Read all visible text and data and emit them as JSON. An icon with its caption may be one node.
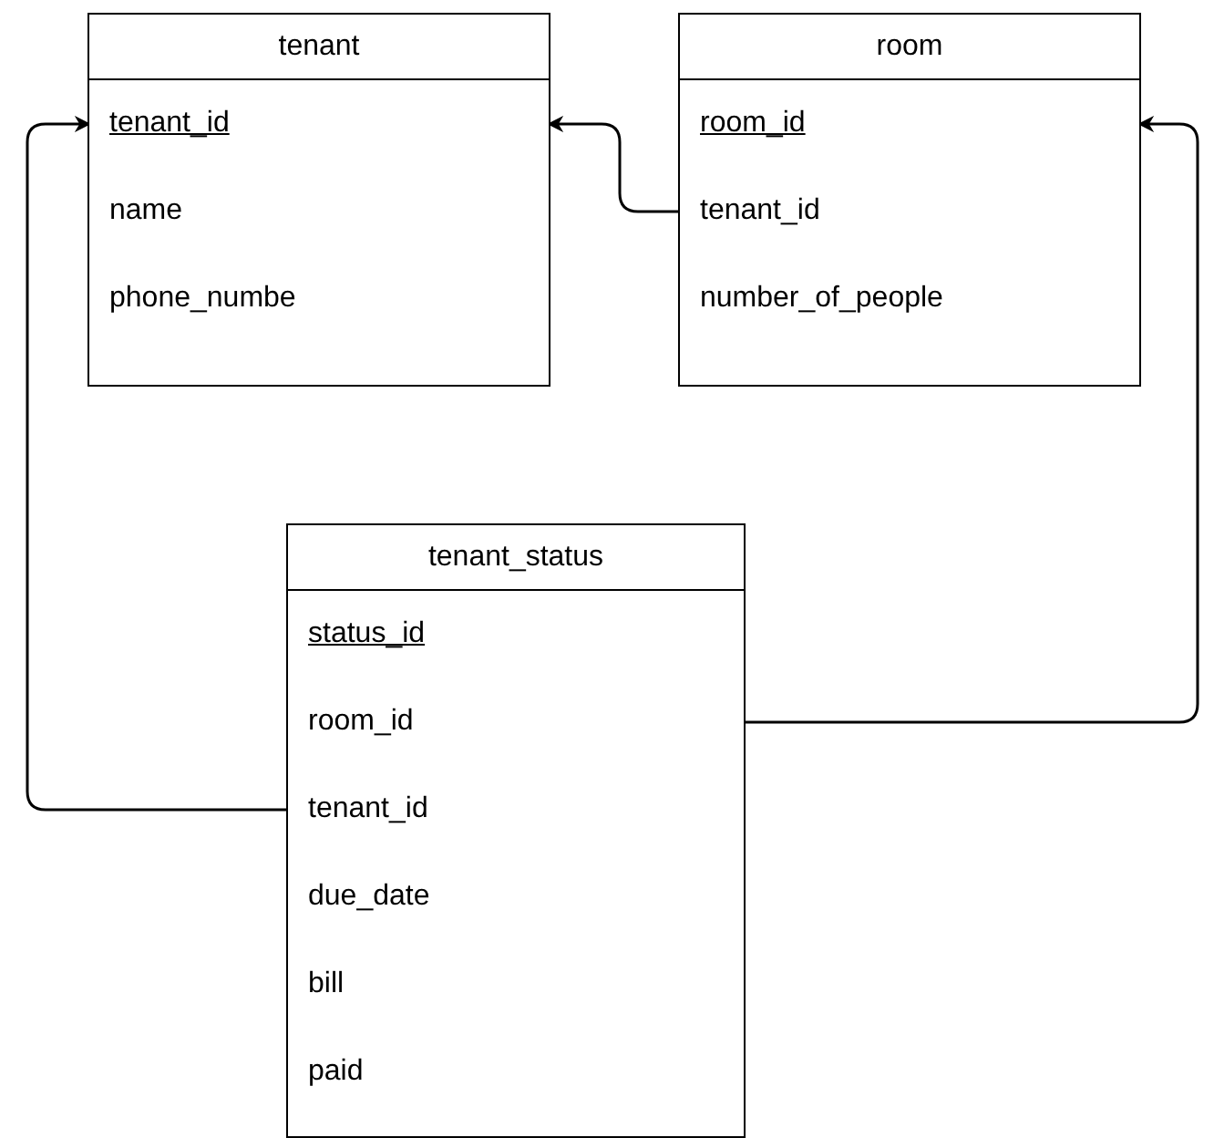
{
  "diagram": {
    "nodes": [
      {
        "text": [
          "tenant"
        ]
      },
      {
        "text": [
          "tenant_id"
        ],
        "in": 0
      },
      {
        "text": [
          "name"
        ],
        "in": 0
      },
      {
        "text": [
          "phone_numbe"
        ],
        "in": 0
      },
      {
        "text": [
          "room"
        ]
      },
      {
        "text": [
          "room_id"
        ],
        "in": 4
      },
      {
        "text": [
          "tenant_id"
        ],
        "in": 4
      },
      {
        "text": [
          "number_of_people"
        ],
        "in": 4
      },
      {
        "text": [
          "tenant_status"
        ]
      },
      {
        "text": [
          "status_id"
        ],
        "in": 8
      },
      {
        "text": [
          "room_id"
        ],
        "in": 8
      },
      {
        "text": [
          "tenant_id"
        ],
        "in": 8
      },
      {
        "text": [
          "due_date"
        ],
        "in": 8
      },
      {
        "text": [
          "bill"
        ],
        "in": 8
      },
      {
        "text": [
          "paid"
        ],
        "in": 8
      }
    ],
    "edges": [
      {
        "from": 6,
        "to": 1,
        "arrow": "to"
      },
      {
        "from": 11,
        "to": 1,
        "arrow": "to"
      },
      {
        "from": 10,
        "to": 5,
        "arrow": "to"
      }
    ]
  }
}
